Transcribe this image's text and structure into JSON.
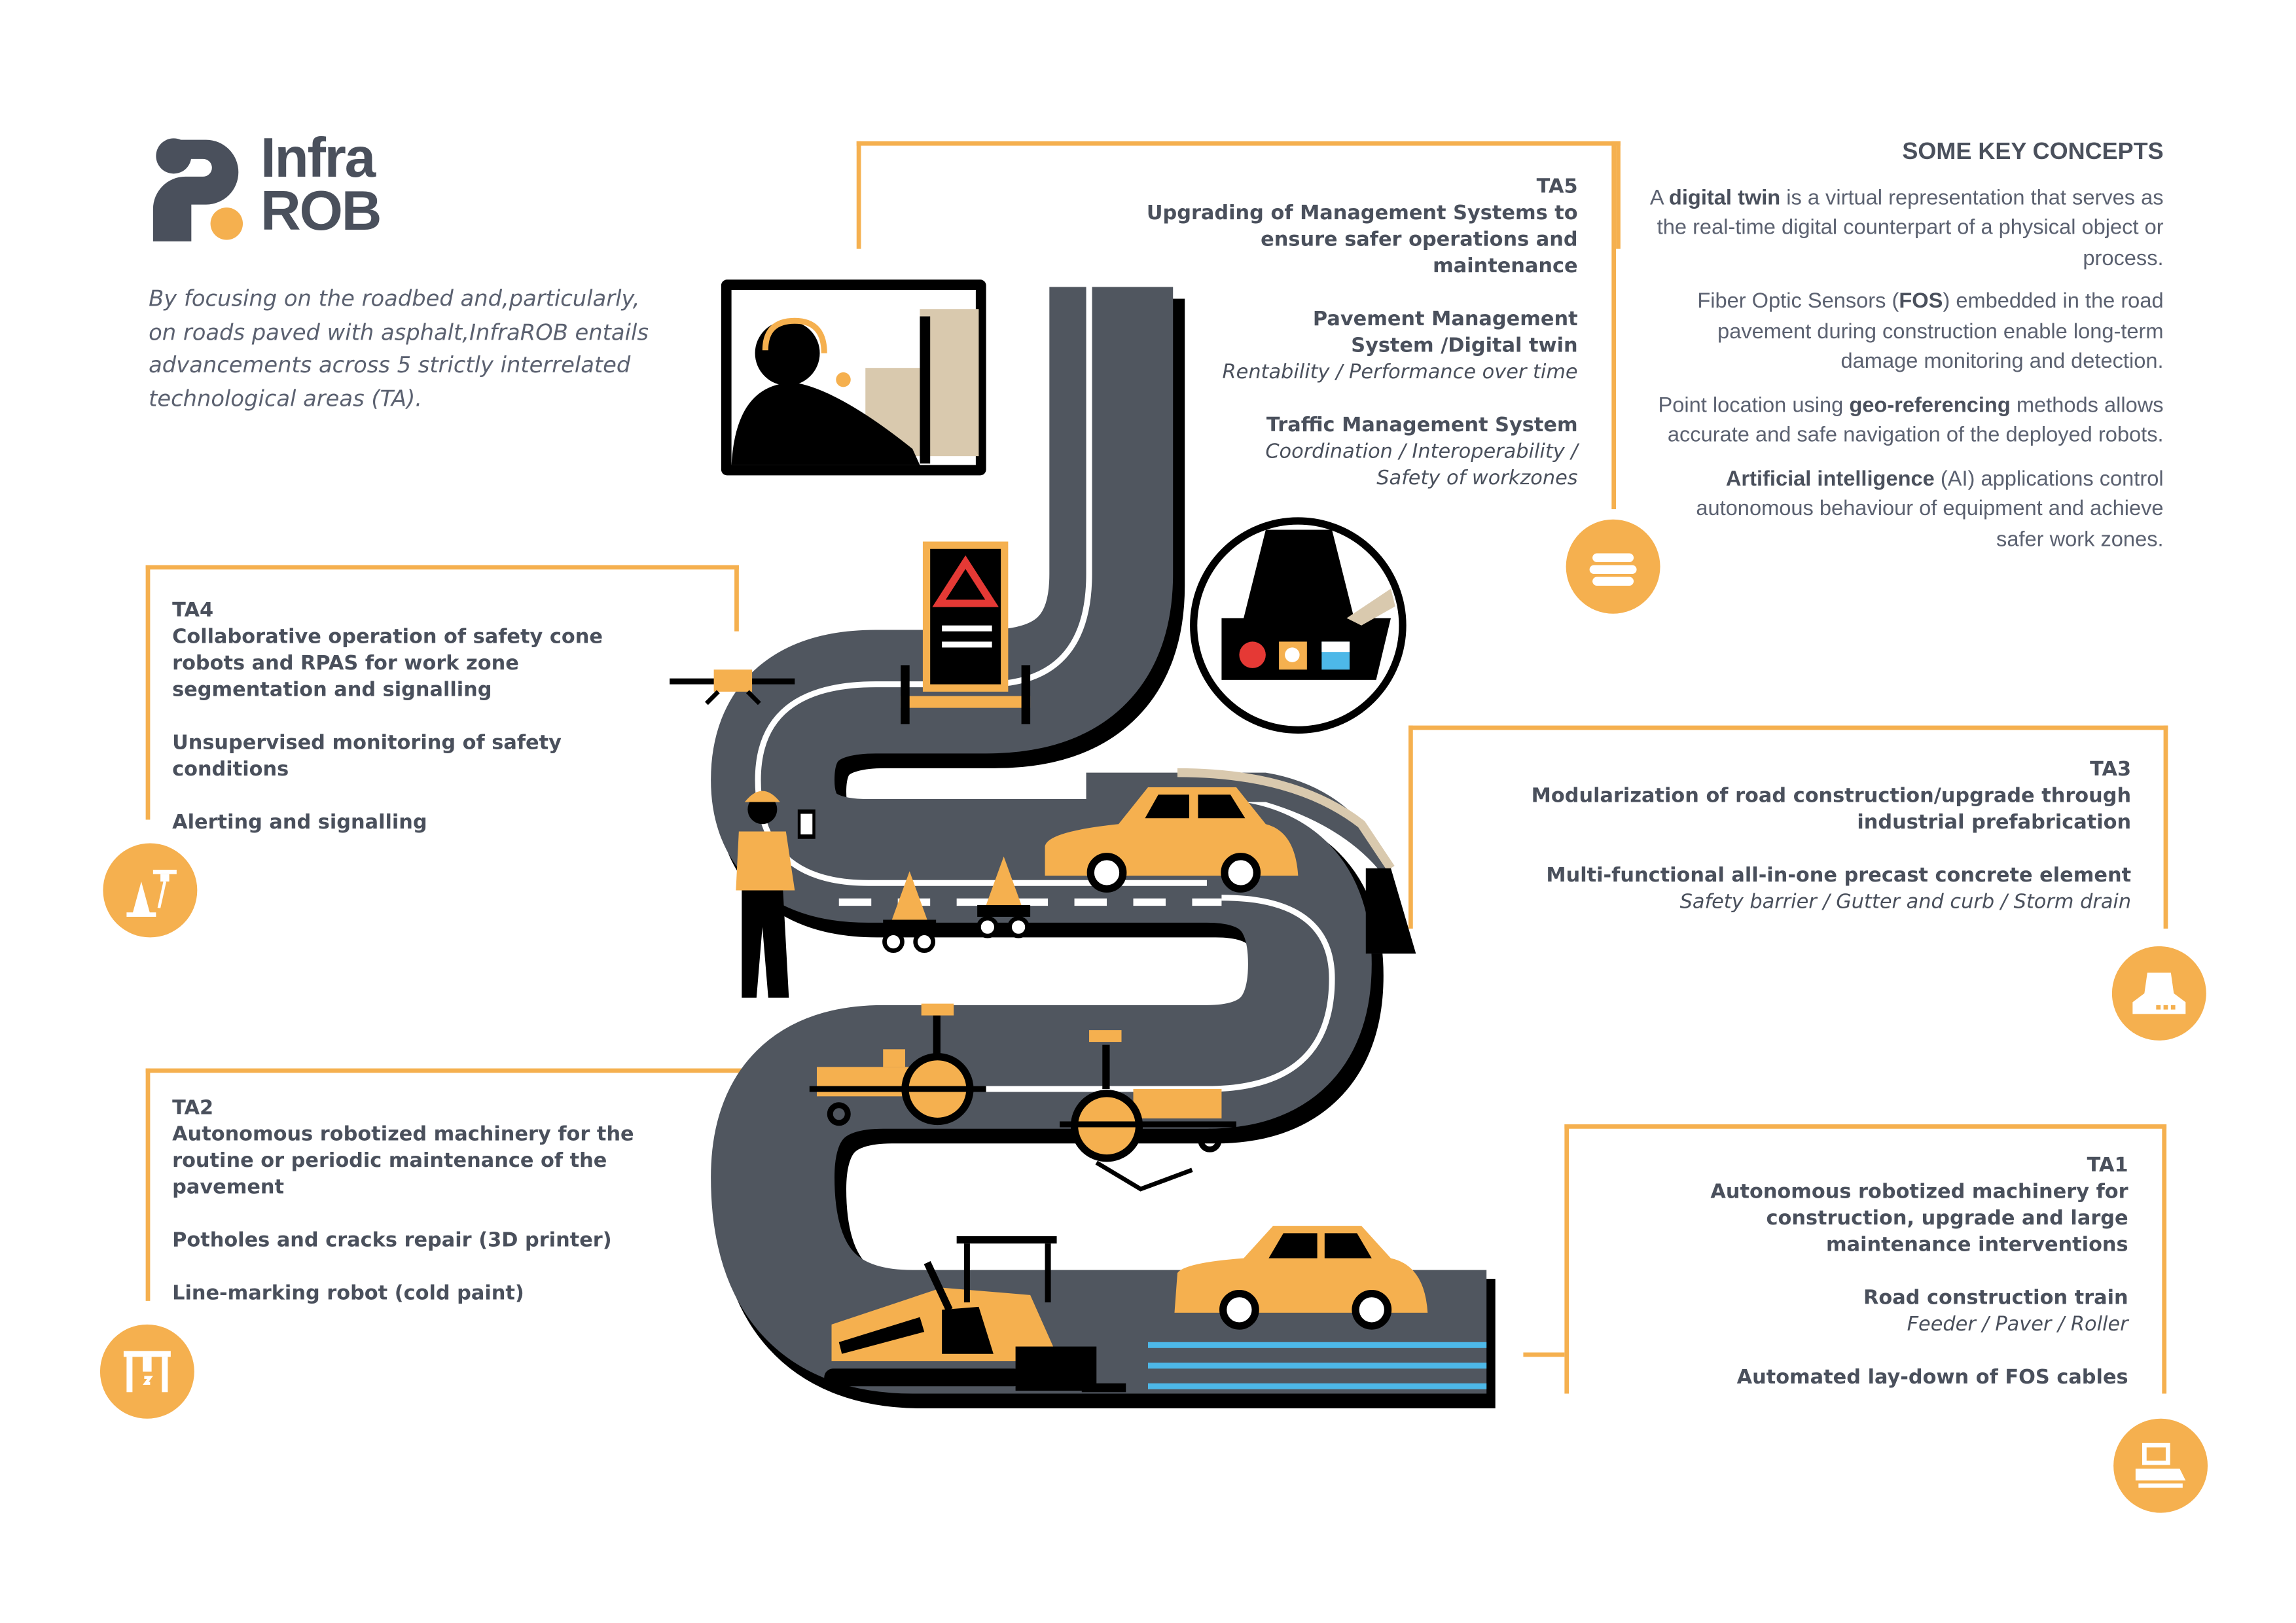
{
  "logo": {
    "line1": "Infra",
    "line2": "ROB"
  },
  "intro": "By focusing on the roadbed and,particularly, on roads paved with asphalt,InfraROB entails advancements across 5 strictly interrelated technological areas (TA).",
  "key_concepts": {
    "title": "SOME KEY CONCEPTS",
    "items": [
      {
        "pre": "A ",
        "bold": "digital twin",
        "post": " is a virtual representation that serves as the real-time digital counterpart of a physical object or process."
      },
      {
        "pre": "Fiber Optic Sensors (",
        "bold": "FOS",
        "post": ") embedded in the road pavement during construction enable long-term damage monitoring and detection."
      },
      {
        "pre": "Point location using ",
        "bold": "geo-referencing",
        "post": " methods allows accurate and safe navigation of the deployed robots."
      },
      {
        "pre": "",
        "bold": "Artificial intelligence",
        "post": " (AI) applications control autonomous behaviour of equipment and achieve safer work zones."
      }
    ]
  },
  "ta5": {
    "code": "TA5",
    "title": "Upgrading of Management Systems to ensure safer operations and maintenance",
    "item1": "Pavement Management System /Digital twin",
    "item1_sub": "Rentability / Performance over time",
    "item2": "Traffic Management System",
    "item2_sub": "Coordination / Interoperability / Safety of workzones",
    "icon": "cloud-icon"
  },
  "ta4": {
    "code": "TA4",
    "title": "Collaborative operation of safety cone robots and RPAS for work zone segmentation and signalling",
    "item1": "Unsupervised monitoring of safety conditions",
    "item2": "Alerting and signalling",
    "icon": "cone-drone-icon"
  },
  "ta3": {
    "code": "TA3",
    "title": "Modularization of road construction/upgrade through industrial prefabrication",
    "item1": "Multi-functional all-in-one precast concrete element",
    "item1_sub": "Safety barrier / Gutter and curb / Storm drain",
    "icon": "barrier-icon"
  },
  "ta2": {
    "code": "TA2",
    "title": "Autonomous robotized machinery for the routine or periodic maintenance of the pavement",
    "item1": "Potholes and cracks repair (3D printer)",
    "item2": "Line-marking robot (cold paint)",
    "icon": "printer-icon"
  },
  "ta1": {
    "code": "TA1",
    "title": "Autonomous robotized machinery for construction, upgrade and large maintenance interventions",
    "item1": "Road construction train",
    "item1_sub": "Feeder / Paver / Roller",
    "item2": "Automated lay-down of FOS cables",
    "icon": "paver-icon"
  },
  "colors": {
    "accent": "#F5B04F",
    "text": "#4a505c",
    "road": "#50565f"
  }
}
